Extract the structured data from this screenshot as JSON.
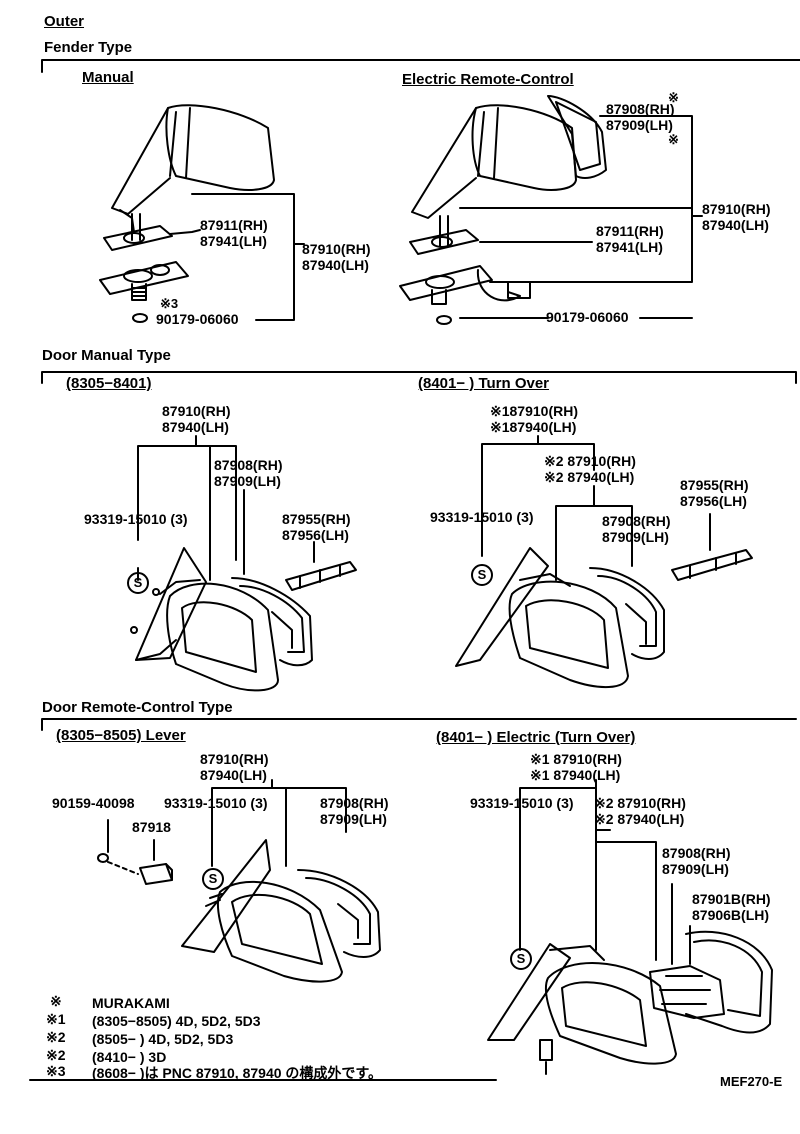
{
  "headings": {
    "outer": "Outer",
    "fender_type": "Fender Type",
    "manual": "Manual",
    "electric_remote": "Electric Remote-Control",
    "door_manual_type": "Door Manual Type",
    "dm_left": "(8305−8401)",
    "dm_right": "(8401−        ) Turn Over",
    "door_remote_type": "Door Remote-Control Type",
    "dr_left": "(8305−8505) Lever",
    "dr_right": "(8401−        ) Electric (Turn Over)"
  },
  "fender_manual": {
    "p1": "87911(RH)",
    "p2": "87941(LH)",
    "p3": "87910(RH)",
    "p4": "87940(LH)",
    "mark": "※3",
    "p5": "90179-06060"
  },
  "fender_electric": {
    "mark_top": "※",
    "p1": "87908(RH)",
    "p2": "87909(LH)",
    "mark_bottom": "※",
    "p3": "87910(RH)",
    "p4": "87940(LH)",
    "p5": "87911(RH)",
    "p6": "87941(LH)",
    "p7": "90179-06060"
  },
  "door_manual_left": {
    "p1": "87910(RH)",
    "p2": "87940(LH)",
    "p3": "87908(RH)",
    "p4": "87909(LH)",
    "p5": "93319-15010 (3)",
    "p6": "87955(RH)",
    "p7": "87956(LH)"
  },
  "door_manual_right": {
    "p1": "※187910(RH)",
    "p2": "※187940(LH)",
    "p3": "※2 87910(RH)",
    "p4": "※2 87940(LH)",
    "p5": "93319-15010 (3)",
    "p6": "87908(RH)",
    "p7": "87909(LH)",
    "p8": "87955(RH)",
    "p9": "87956(LH)"
  },
  "door_remote_left": {
    "p1": "87910(RH)",
    "p2": "87940(LH)",
    "p3": "90159-40098",
    "p4": "93319-15010 (3)",
    "p5": "87908(RH)",
    "p6": "87909(LH)",
    "p7": "87918"
  },
  "door_remote_right": {
    "p1": "※1 87910(RH)",
    "p2": "※1 87940(LH)",
    "p3": "93319-15010 (3)",
    "p4": "※2 87910(RH)",
    "p5": "※2 87940(LH)",
    "p6": "87908(RH)",
    "p7": "87909(LH)",
    "p8": "87901B(RH)",
    "p9": "87906B(LH)"
  },
  "footnotes": [
    {
      "mark": "※",
      "text": "MURAKAMI"
    },
    {
      "mark": "※1",
      "text": "(8305−8505) 4D, 5D2, 5D3"
    },
    {
      "mark": "※2",
      "text": "(8505−        ) 4D, 5D2, 5D3"
    },
    {
      "mark": "※2",
      "text": "(8410−        ) 3D"
    },
    {
      "mark": "※3",
      "text": "(8608−        )は PNC 87910, 87940 の構成外です。"
    }
  ],
  "figure_code": "MEF270-E",
  "icons": {
    "screw_symbol": "S"
  }
}
